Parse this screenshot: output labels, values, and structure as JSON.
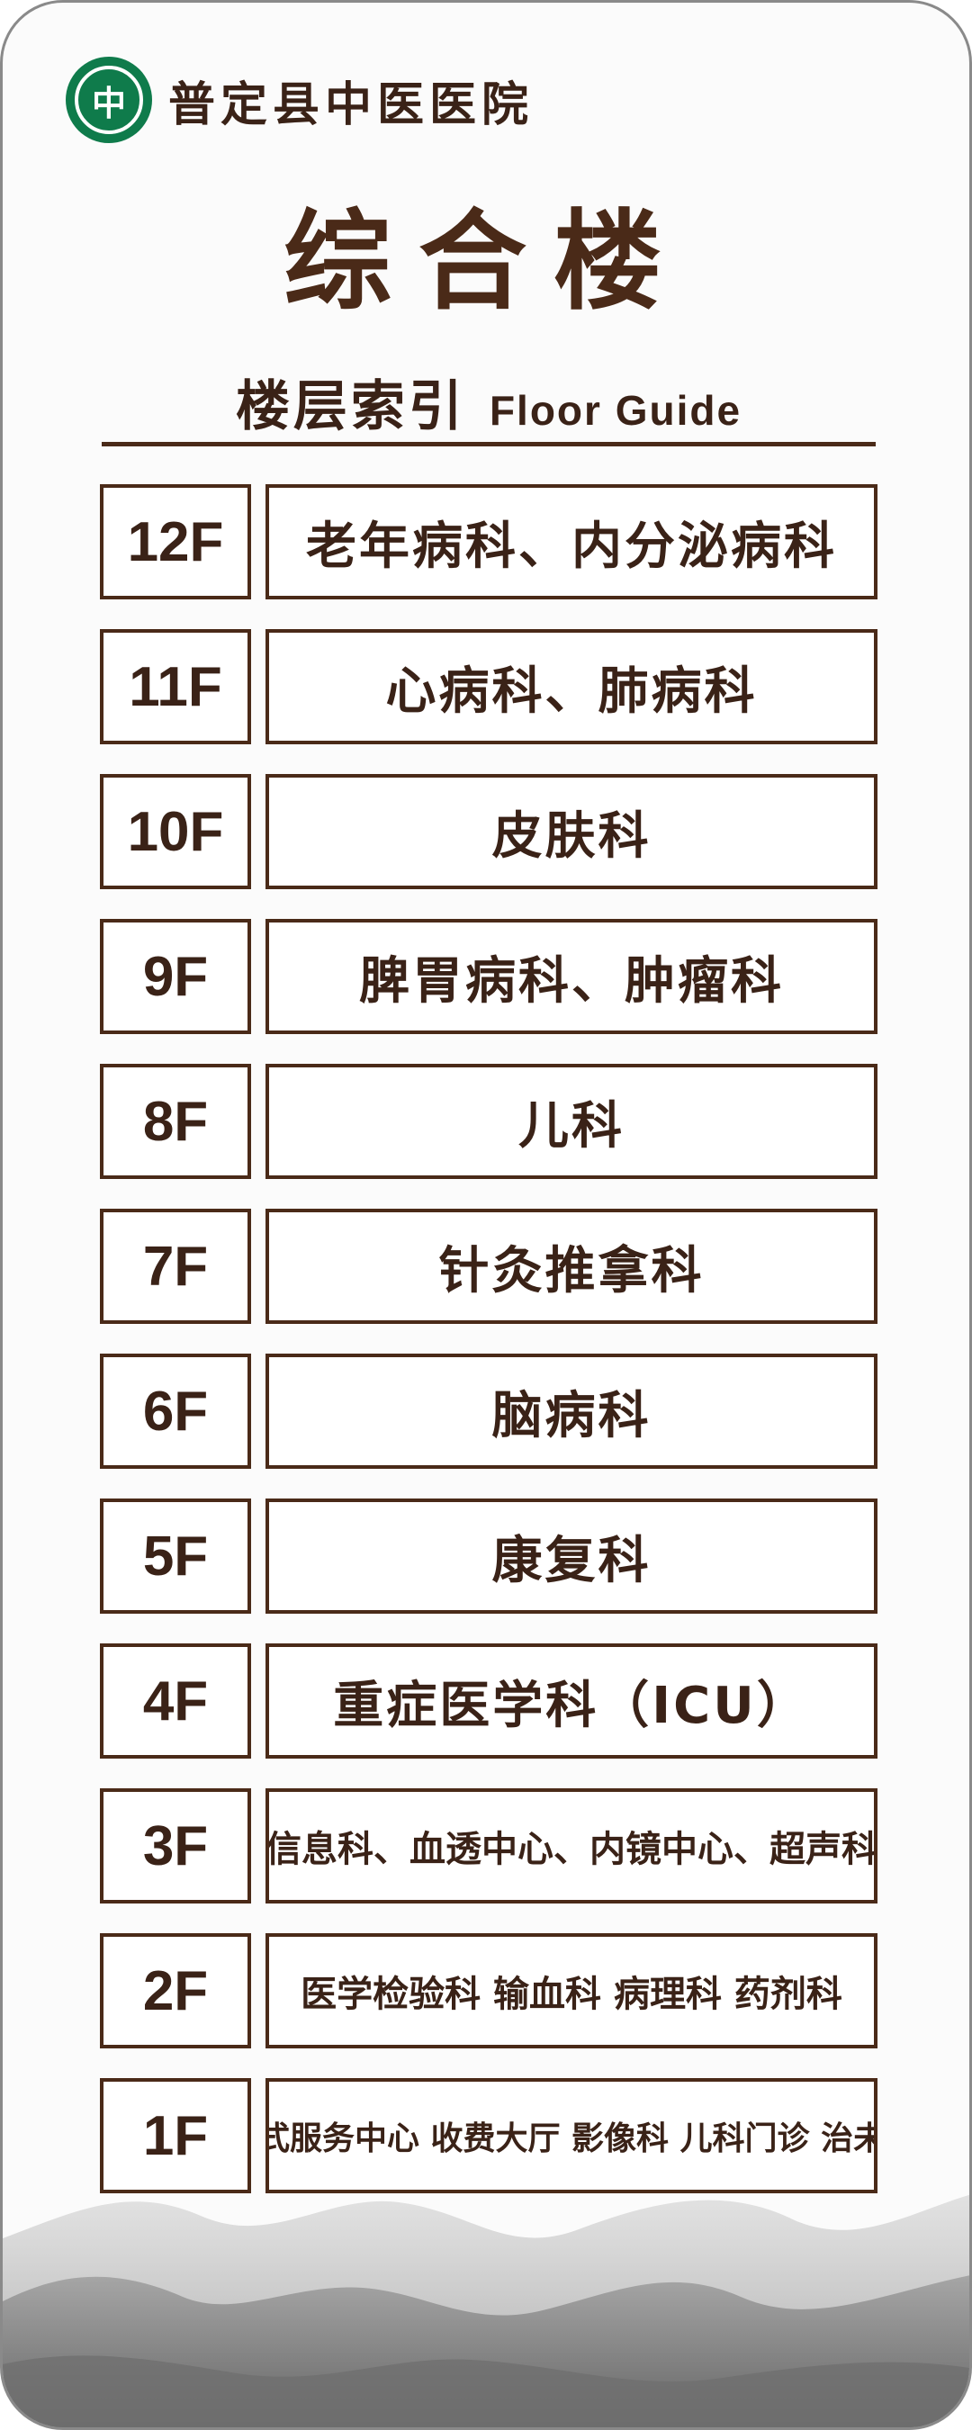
{
  "header": {
    "hospital_name": "普定县中医医院",
    "logo_mark": "中",
    "title": "综合楼"
  },
  "guide": {
    "title_cn": "楼层索引",
    "title_en": "Floor Guide"
  },
  "floors": [
    {
      "floor": "12F",
      "dept": "老年病科、内分泌病科"
    },
    {
      "floor": "11F",
      "dept": "心病科、肺病科"
    },
    {
      "floor": "10F",
      "dept": "皮肤科"
    },
    {
      "floor": "9F",
      "dept": "脾胃病科、肿瘤科"
    },
    {
      "floor": "8F",
      "dept": "儿科"
    },
    {
      "floor": "7F",
      "dept": "针灸推拿科"
    },
    {
      "floor": "6F",
      "dept": "脑病科"
    },
    {
      "floor": "5F",
      "dept": "康复科"
    },
    {
      "floor": "4F",
      "dept": "重症医学科（ICU）"
    },
    {
      "floor": "3F",
      "dept": "信息科、血透中心、内镜中心、超声科"
    },
    {
      "floor": "2F",
      "dept": "医学检验科 输血科 病理科 药剂科"
    },
    {
      "floor": "1F",
      "dept": "一站式服务中心 收费大厅 影像科 儿科门诊 治未病科"
    }
  ]
}
